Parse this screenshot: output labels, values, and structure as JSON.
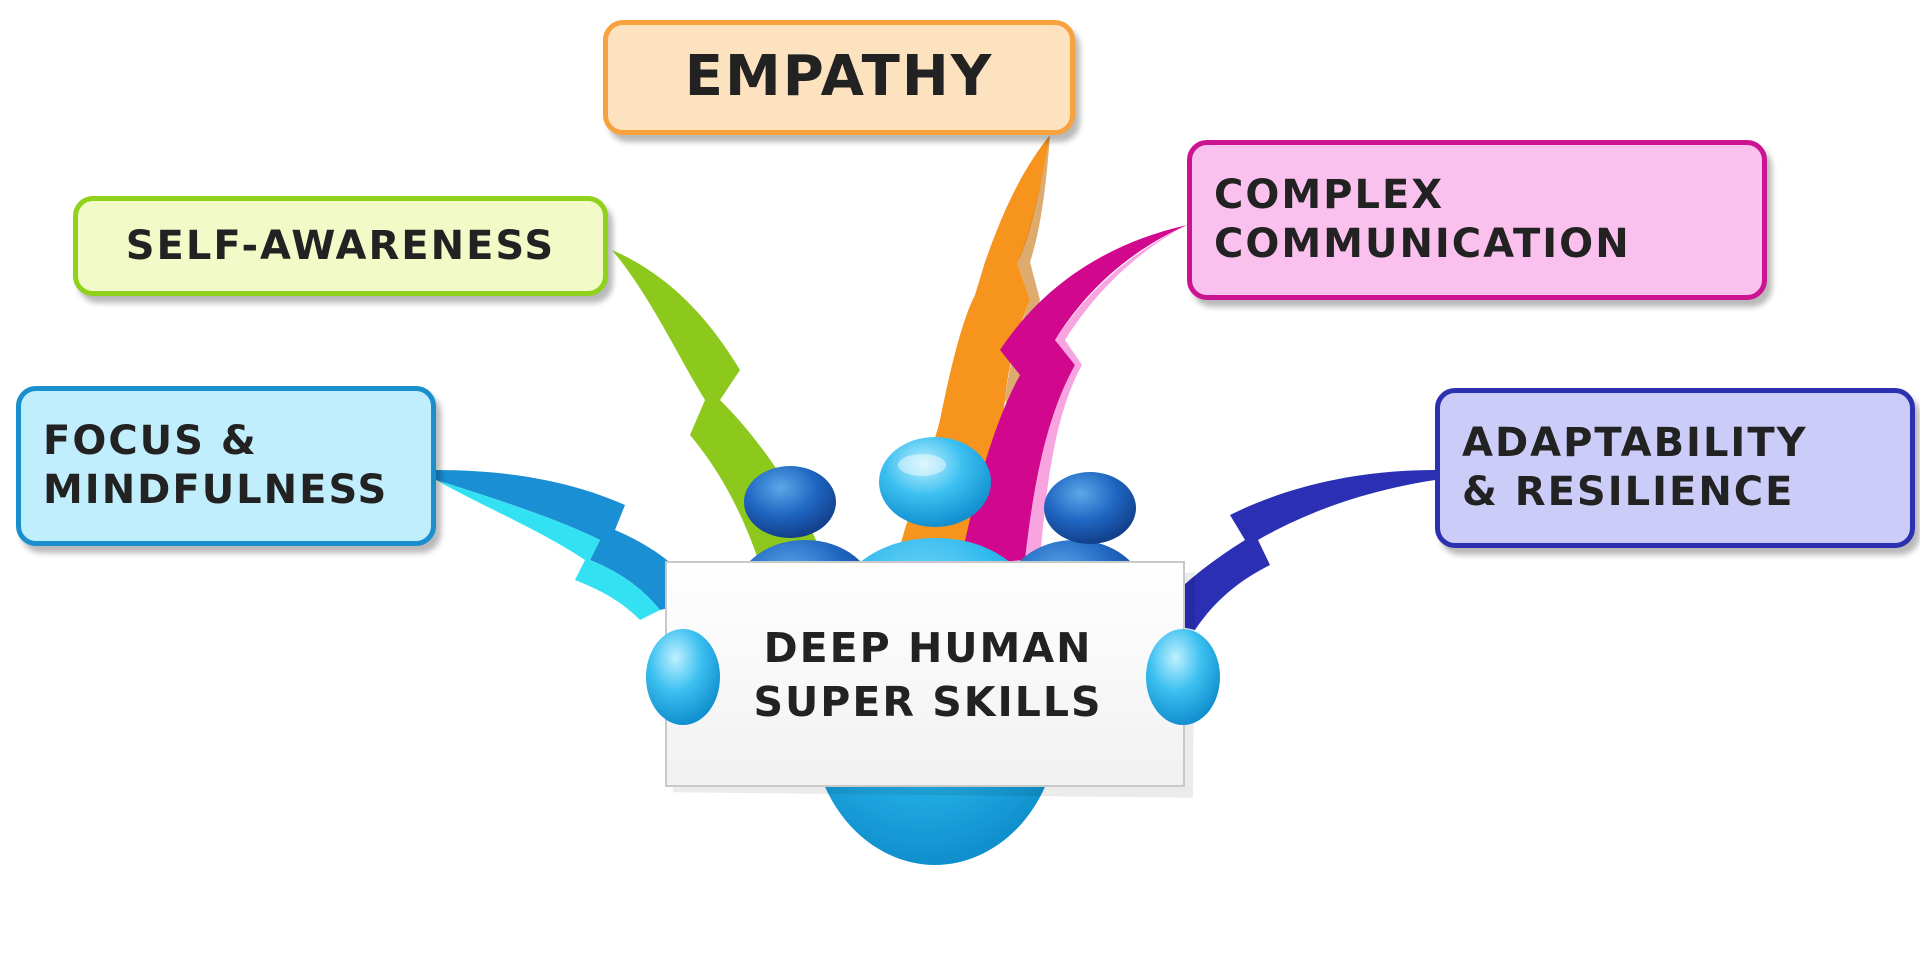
{
  "central_topic": {
    "line1": "DEEP HUMAN",
    "line2": "SUPER SKILLS"
  },
  "branches": {
    "empathy": {
      "label": "EMPATHY",
      "color": "#f7a23c",
      "fill": "#fde2c0"
    },
    "self_awareness": {
      "label": "SELF-AWARENESS",
      "color": "#8fd11b",
      "fill": "#f2fbc8"
    },
    "complex_communication": {
      "line1": "COMPLEX",
      "line2": "COMMUNICATION",
      "color": "#cc1392",
      "fill": "#fbc1ee"
    },
    "focus_mindfulness": {
      "line1": "FOCUS &",
      "line2": "MINDFULNESS",
      "color": "#1b8fce",
      "fill": "#c1eefc"
    },
    "adaptability_resilience": {
      "line1": "ADAPTABILITY",
      "line2": "& RESILIENCE",
      "color": "#2b31b0",
      "fill": "#ccccf8"
    }
  },
  "figure_color": "#1fb2e6"
}
